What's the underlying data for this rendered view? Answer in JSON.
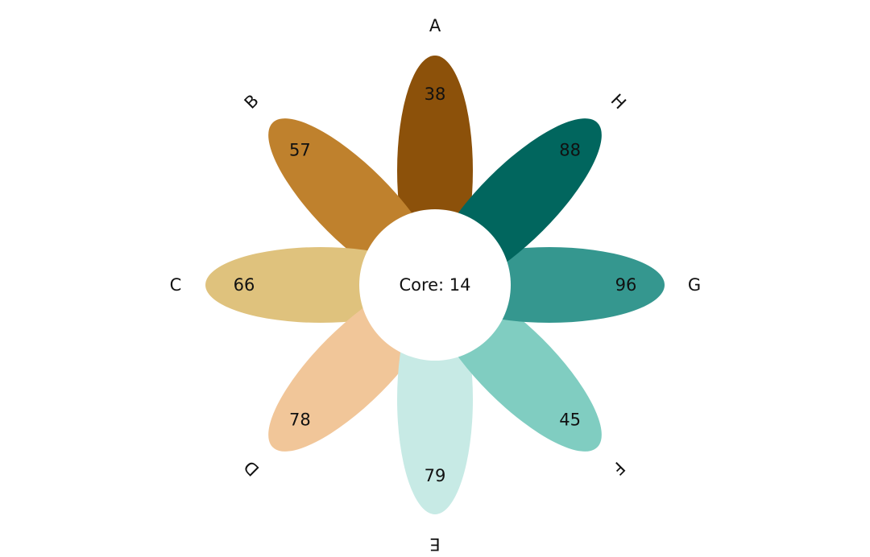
{
  "chart_data": {
    "type": "flower",
    "petals": [
      {
        "label": "A",
        "value": 38,
        "color": "#8c510a"
      },
      {
        "label": "B",
        "value": 57,
        "color": "#bf812d"
      },
      {
        "label": "C",
        "value": 66,
        "color": "#dfc27d"
      },
      {
        "label": "D",
        "value": 78,
        "color": "#f1c699"
      },
      {
        "label": "E",
        "value": 79,
        "color": "#c7eae5"
      },
      {
        "label": "F",
        "value": 45,
        "color": "#80cdc1"
      },
      {
        "label": "G",
        "value": 96,
        "color": "#35978f"
      },
      {
        "label": "H",
        "value": 88,
        "color": "#01665e"
      }
    ],
    "core": {
      "prefix": "Core:",
      "value": 14,
      "text": "Core: 14",
      "color": "#ffffff"
    }
  }
}
